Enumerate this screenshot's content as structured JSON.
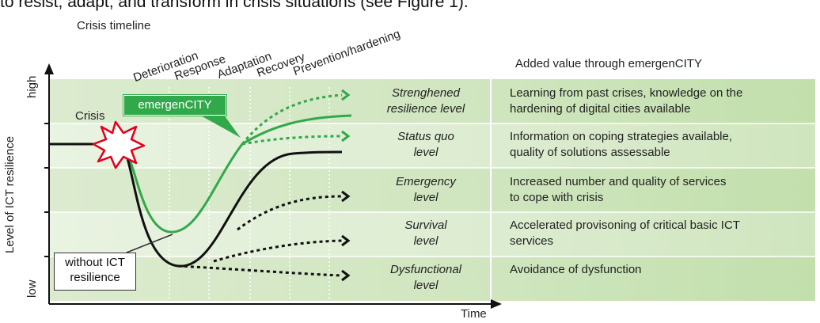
{
  "intro_text": "to resist, adapt, and transform in crisis situations (see Figure 1).",
  "crisis_timeline_label": "Crisis timeline",
  "phases": [
    "Deterioration",
    "Response",
    "Adaptation",
    "Recovery",
    "Prevention/hardening"
  ],
  "added_value_title": "Added value through emergenCITY",
  "levels": [
    {
      "line1": "Strenghened",
      "line2": "resilience level",
      "value1": "Learning from past crises, knowledge on the",
      "value2": "hardening of digital cities available"
    },
    {
      "line1": "Status quo",
      "line2": "level",
      "value1": "Information on coping strategies available,",
      "value2": "quality of solutions assessable"
    },
    {
      "line1": "Emergency",
      "line2": "level",
      "value1": "Increased number and quality of services",
      "value2": "to cope with crisis"
    },
    {
      "line1": "Survival",
      "line2": "level",
      "value1": "Accelerated provisoning of critical basic ICT",
      "value2": "services"
    },
    {
      "line1": "Dysfunctional",
      "line2": "level",
      "value1": "Avoidance of dysfunction",
      "value2": ""
    }
  ],
  "y_axis_label": "Level of ICT resilience",
  "y_high": "high",
  "y_low": "low",
  "x_axis_label": "Time",
  "crisis_label": "Crisis",
  "emergencity_label": "emergenCITY",
  "without_label_line1": "without ICT",
  "without_label_line2": "resilience",
  "colors": {
    "green": "#31a94a",
    "black": "#111111",
    "band_light": "#e8f2df",
    "band_dark": "#c7e2b4",
    "star": "#e3001b"
  }
}
